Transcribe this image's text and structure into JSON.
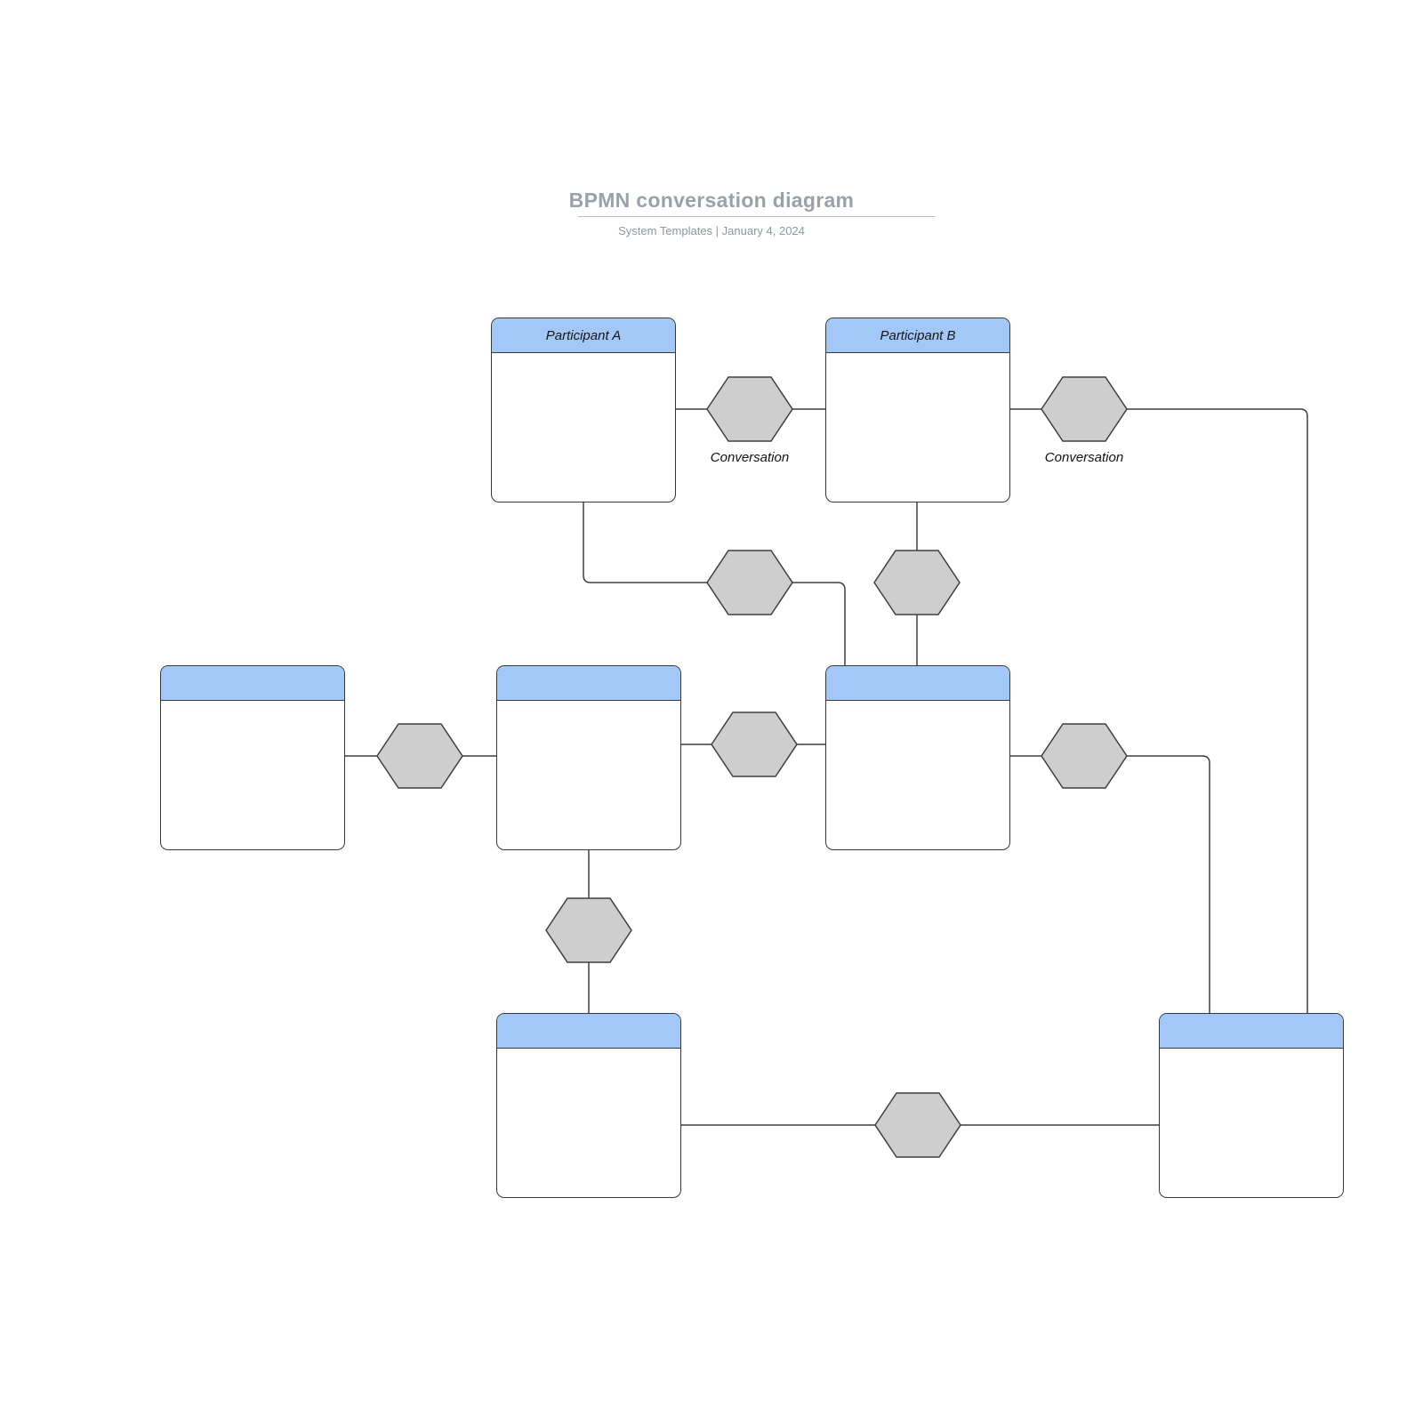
{
  "title": "BPMN conversation diagram",
  "subtitle": "System Templates  |  January 4, 2024",
  "participants": [
    {
      "label": "Participant A"
    },
    {
      "label": "Participant B"
    },
    {
      "label": ""
    },
    {
      "label": ""
    },
    {
      "label": ""
    },
    {
      "label": ""
    },
    {
      "label": ""
    }
  ],
  "conversation_labels": [
    {
      "label": "Conversation"
    },
    {
      "label": "Conversation"
    }
  ],
  "colors": {
    "header_blue": "#a3c7f7",
    "hexagon_fill": "#cecece",
    "shape_stroke": "#3f3f3f",
    "title_gray": "#9aa1a9"
  }
}
